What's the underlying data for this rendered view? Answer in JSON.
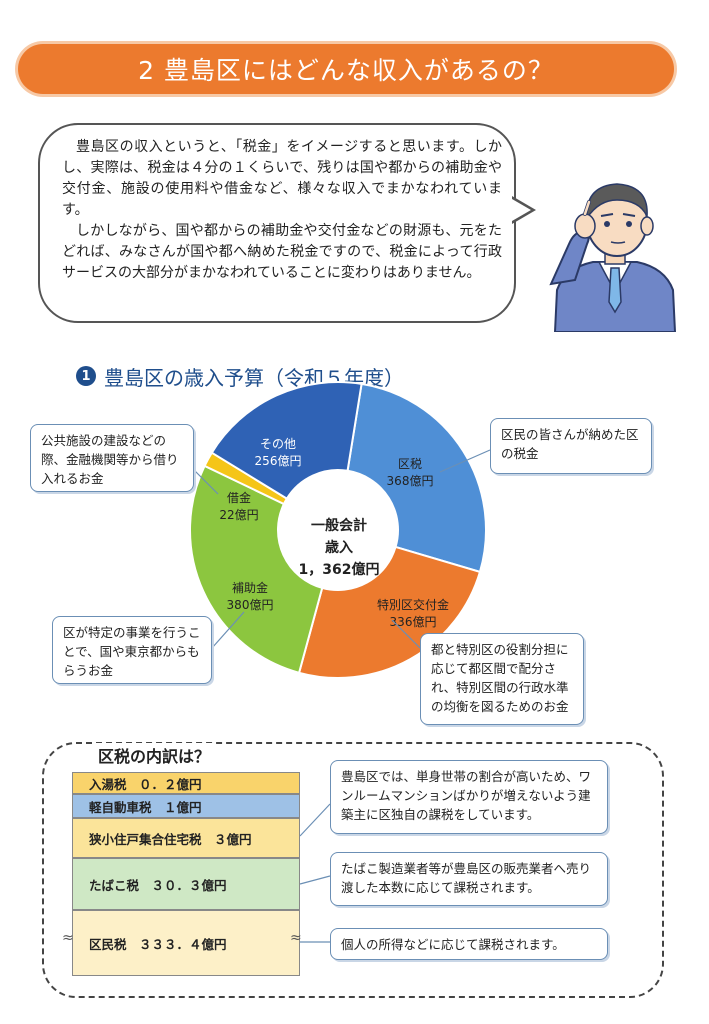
{
  "header": {
    "title": "2 豊島区にはどんな収入があるの？"
  },
  "intro": {
    "paragraphs": [
      "豊島区の収入というと、「税金」をイメージすると思います。しかし、実際は、税金は４分の１くらいで、残りは国や都からの補助金や交付金、施設の使用料や借金など、様々な収入でまかなわれています。",
      "しかしながら、国や都からの補助金や交付金などの財源も、元をたどれば、みなさんが国や都へ納めた税金ですので、税金によって行政サービスの大部分がまかなわれていることに変わりはありません。"
    ]
  },
  "section1": {
    "number": "1",
    "title": "豊島区の歳入予算（令和５年度）"
  },
  "chart_data": {
    "type": "pie",
    "title": "豊島区の歳入予算（令和５年度）",
    "center_label": [
      "一般会計",
      "歳入",
      "1，362億円"
    ],
    "unit": "億円",
    "slices": [
      {
        "name": "区税",
        "value": 368,
        "label": "368億円",
        "color": "#4f8fd6"
      },
      {
        "name": "特別区交付金",
        "value": 336,
        "label": "336億円",
        "color": "#ec7a2e"
      },
      {
        "name": "補助金",
        "value": 380,
        "label": "380億円",
        "color": "#8cc63f"
      },
      {
        "name": "借金",
        "value": 22,
        "label": "22億円",
        "color": "#f5c518"
      },
      {
        "name": "その他",
        "value": 256,
        "label": "256億円",
        "color": "#2f62b5"
      }
    ]
  },
  "callouts": {
    "kuzei": "区民の皆さんが納めた区の税金",
    "koufukin": "都と特別区の役割分担に応じて都区間で配分され、特別区間の行政水準の均衡を図るためのお金",
    "hojokin": "区が特定の事業を行うことで、国や東京都からもらうお金",
    "shakkin": "公共施設の建設などの際、金融機関等から借り入れるお金"
  },
  "breakdown": {
    "title": "区税の内訳は？",
    "rows": [
      {
        "label": "入湯税　０．２億円",
        "color": "#f9d36b"
      },
      {
        "label": "軽自動車税　１億円",
        "color": "#9ec1e6"
      },
      {
        "label": "狭小住戸集合住宅税　３億円",
        "color": "#fbe49a"
      },
      {
        "label": "たばこ税　３０．３億円",
        "color": "#cfe8c5"
      },
      {
        "label": "区民税　３３３．４億円",
        "color": "#fdf0c8"
      }
    ],
    "notes": [
      "豊島区では、単身世帯の割合が高いため、ワンルームマンションばかりが増えないよう建築主に区独自の課税をしています。",
      "たばこ製造業者等が豊島区の販売業者へ売り渡した本数に応じて課税されます。",
      "個人の所得などに応じて課税されます。"
    ]
  }
}
